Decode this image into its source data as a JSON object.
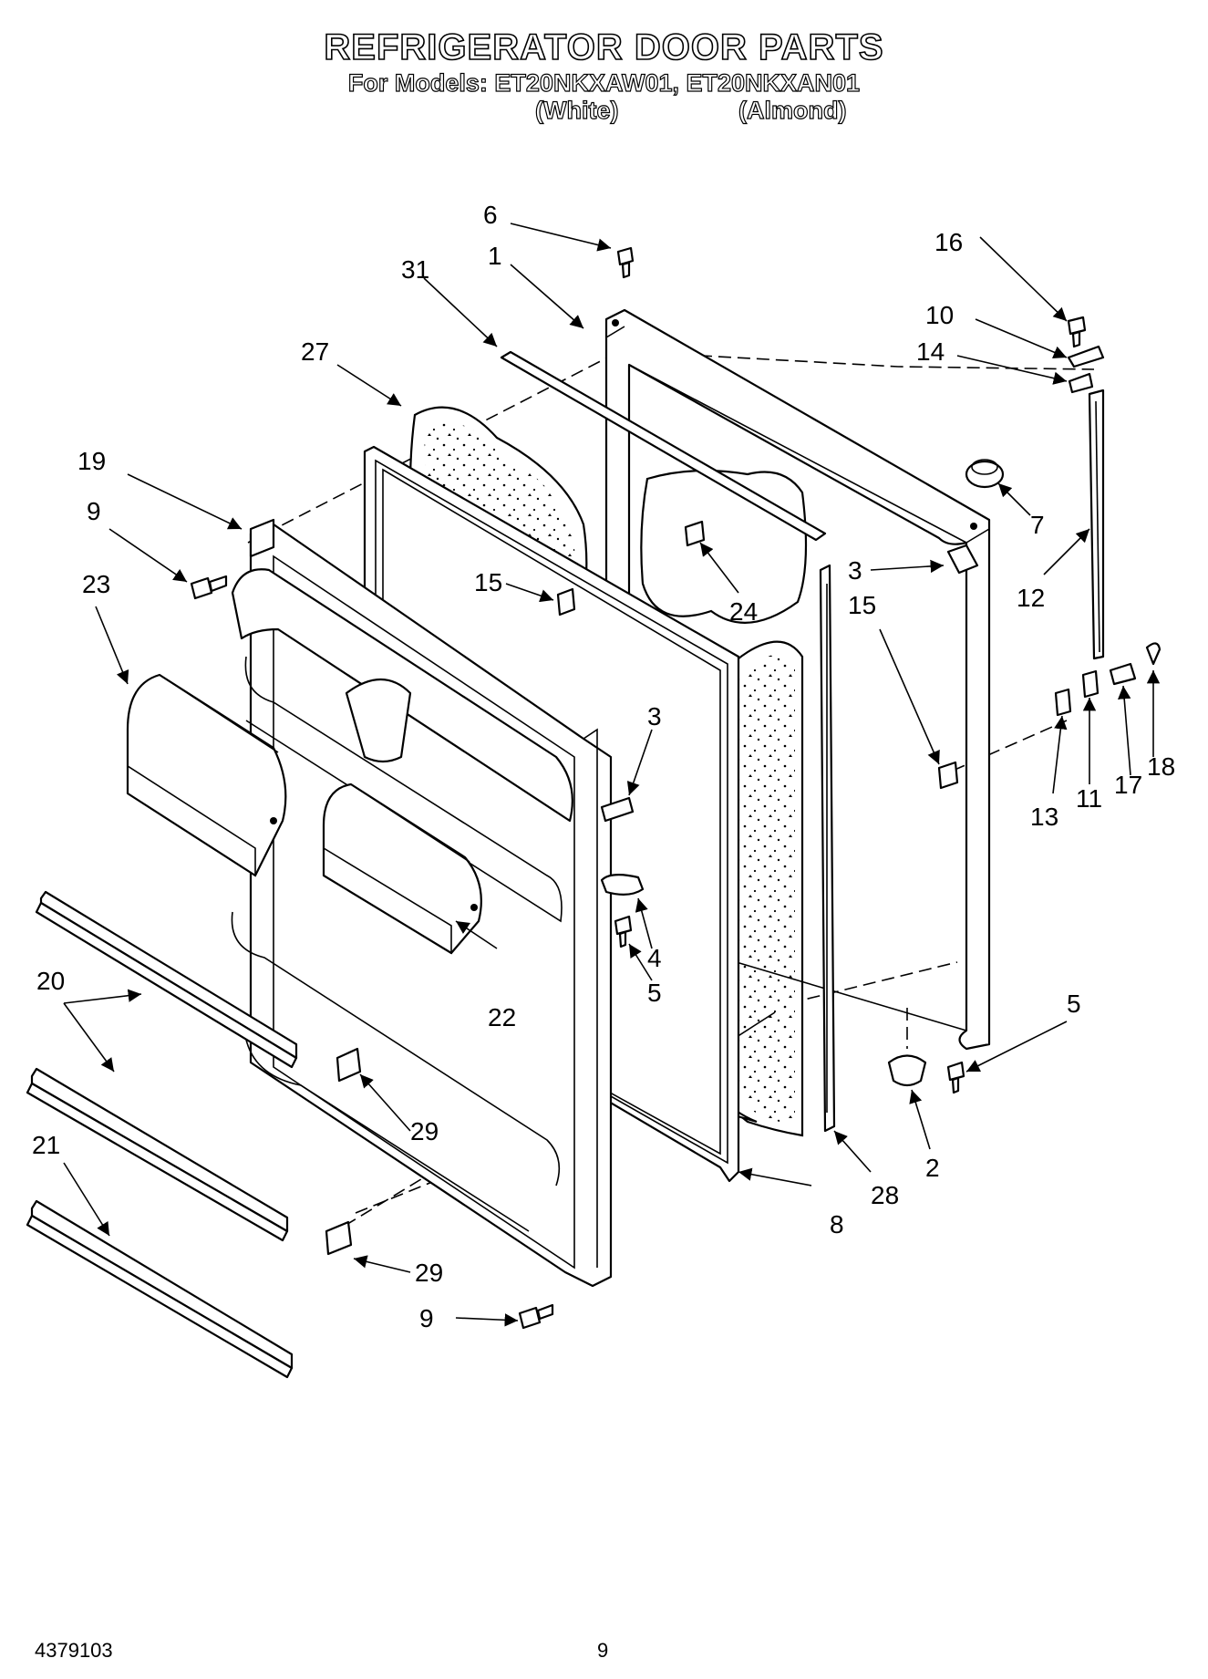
{
  "header": {
    "title": "REFRIGERATOR DOOR PARTS",
    "models_line": "For Models: ET20NKXAW01, ET20NKXAN01",
    "variant_white": "(White)",
    "variant_almond": "(Almond)"
  },
  "callouts": {
    "c1": "1",
    "c2": "2",
    "c3a": "3",
    "c3b": "3",
    "c4": "4",
    "c5a": "5",
    "c5b": "5",
    "c6": "6",
    "c7": "7",
    "c8": "8",
    "c9a": "9",
    "c9b": "9",
    "c10": "10",
    "c11": "11",
    "c12": "12",
    "c13": "13",
    "c14": "14",
    "c15a": "15",
    "c15b": "15",
    "c16": "16",
    "c17": "17",
    "c18": "18",
    "c19": "19",
    "c20": "20",
    "c21": "21",
    "c22": "22",
    "c23": "23",
    "c24": "24",
    "c27": "27",
    "c28": "28",
    "c29a": "29",
    "c29b": "29",
    "c31": "31"
  },
  "footer": {
    "doc_number": "4379103",
    "page_number": "9"
  }
}
